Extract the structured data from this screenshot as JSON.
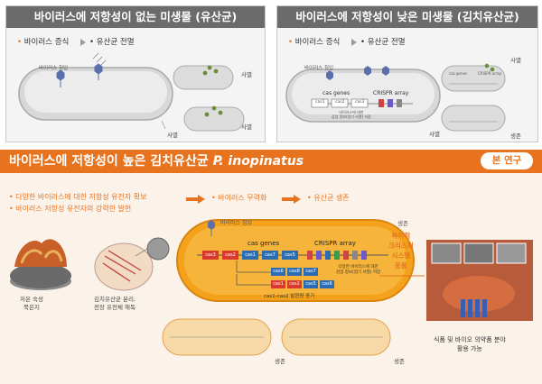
{
  "top_left": {
    "title": "바이러스에 저항성이 없는 미생물 (유산균)",
    "bullet": "바이러스 증식",
    "result": "유산균 전멸",
    "label_virus_entry": "바이러스 침입",
    "label_death1": "사멸",
    "label_death2": "사멸",
    "label_death3": "사멸"
  },
  "top_right": {
    "title": "바이러스에 저항성이 낮은 미생물 (김치유산균)",
    "bullet": "바이러스 증식",
    "result": "유산균 전멸",
    "label_virus_entry": "바이러스 침입",
    "cas_genes": "cas genes",
    "crispr_array": "CRISPR array",
    "genes": [
      "cas1",
      "cas2",
      "cas3"
    ],
    "note": "바이러스에 대한\n감염 정보(염기 서열) 저장",
    "label_death_main": "사멸",
    "label_death_r1": "사멸",
    "label_survive": "생존",
    "mini_cas_genes": "cas genes",
    "mini_crispr": "CRISPR array"
  },
  "bottom": {
    "title_text": "바이러스에 저항성이 높은 김치유산균 ",
    "title_species": "P. inopinatus",
    "badge": "본 연구",
    "bullet1": "다양한 바이러스에 대한 저항성 유전자 확보",
    "bullet2": "바이러스 저항성 유전자의 강력한 발현",
    "step2": "바이러스 무력화",
    "step3": "유산균 생존",
    "kimchi_label": "저온 숙성\n묵은지",
    "dish_label": "김치유산균 분리,\n전장 유전체 해독",
    "virus_entry": "바이러스 침입",
    "survive_top": "생존",
    "cas_genes": "cas genes",
    "crispr_array": "CRISPR array",
    "genes": [
      "cas3",
      "cas2",
      "cas1",
      "cas7",
      "cas5",
      "cas6",
      "cas8",
      "cas1",
      "cas2",
      "cas7",
      "cas5",
      "cas6"
    ],
    "crispr_note": "다양한 바이러스에 대한\n감염 정보(염기 서열) 저장",
    "expression_note": "cas1-cas2 발현량 증가",
    "side_title": "특이적\n크리스퍼\n시스템\n응용",
    "survive_left": "생존",
    "survive_right": "생존",
    "application": "식품 및 바이오 의약품 분야\n활용 가능"
  },
  "colors": {
    "orange": "#e8731e",
    "panel_gray": "#6b6b6b",
    "cell_yellow": "#f4a21c",
    "gene_blue": "#2a6db5",
    "gene_red": "#d93a2b"
  }
}
